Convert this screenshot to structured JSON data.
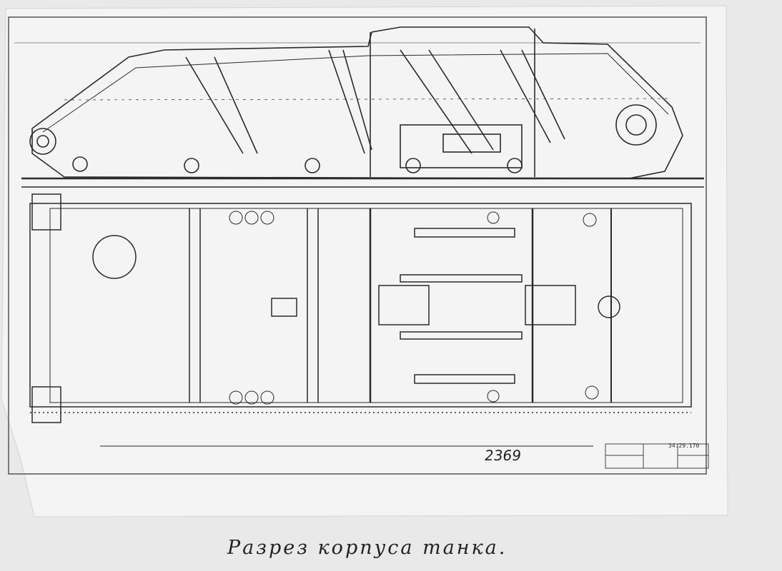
{
  "drawing": {
    "caption": "Разрез корпуса танка.",
    "sheet_number": "2369",
    "title_block_code": "34.29.170",
    "views": [
      "side-section",
      "plan-section"
    ]
  },
  "colors": {
    "paper": "#f3f3f3",
    "background": "#e9e9e9",
    "ink": "#2a2a2a"
  }
}
